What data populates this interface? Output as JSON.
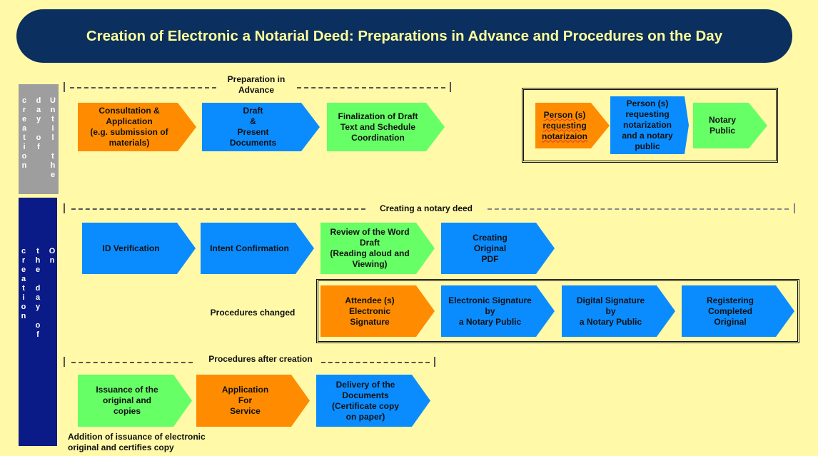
{
  "title": "Creation of Electronic a Notarial Deed: Preparations in Advance and Procedures on the Day",
  "side_labels": {
    "before": "Until the\nday of\ncreation",
    "on_day": "On\nthe day of\ncreation"
  },
  "sections": {
    "preparation": "Preparation in\nAdvance",
    "creating": "Creating a notary deed",
    "changed": "Procedures changed",
    "after": "Procedures after creation"
  },
  "legend": [
    {
      "label": "Person (s)\nrequesting\nnotarizaion",
      "color": "#FF8C00"
    },
    {
      "label": "Person (s)\nrequesting\nnotarization\nand a notary\npublic",
      "color": "#0A8CFF"
    },
    {
      "label": "Notary\nPublic",
      "color": "#66FF66"
    }
  ],
  "preparation_steps": [
    {
      "label": "Consultation &\nApplication\n(e.g. submission of\nmaterials)",
      "color": "#FF8C00"
    },
    {
      "label": "Draft\n&\nPresent\nDocuments",
      "color": "#0A8CFF"
    },
    {
      "label": "Finalization of Draft\nText and Schedule\nCoordination",
      "color": "#66FF66"
    }
  ],
  "creating_steps": [
    {
      "label": "ID Verification",
      "color": "#0A8CFF"
    },
    {
      "label": "Intent Confirmation",
      "color": "#0A8CFF"
    },
    {
      "label": "Review of the Word\nDraft\n(Reading aloud and\nViewing)",
      "color": "#66FF66"
    },
    {
      "label": "Creating\nOriginal\nPDF",
      "color": "#0A8CFF"
    }
  ],
  "changed_steps": [
    {
      "label": "Attendee (s)\nElectronic\nSignature",
      "color": "#FF8C00"
    },
    {
      "label": "Electronic Signature\nby\na Notary Public",
      "color": "#0A8CFF"
    },
    {
      "label": "Digital Signature\nby\na Notary Public",
      "color": "#0A8CFF"
    },
    {
      "label": "Registering\nCompleted\nOriginal",
      "color": "#0A8CFF"
    }
  ],
  "after_steps": [
    {
      "label": "Issuance of the\noriginal and\ncopies",
      "color": "#66FF66"
    },
    {
      "label": "Application\nFor\nService",
      "color": "#FF8C00"
    },
    {
      "label": "Delivery of the\nDocuments\n(Certificate copy\non paper)",
      "color": "#0A8CFF"
    }
  ],
  "footnote": "Addition of issuance of electronic\noriginal and certifies copy"
}
